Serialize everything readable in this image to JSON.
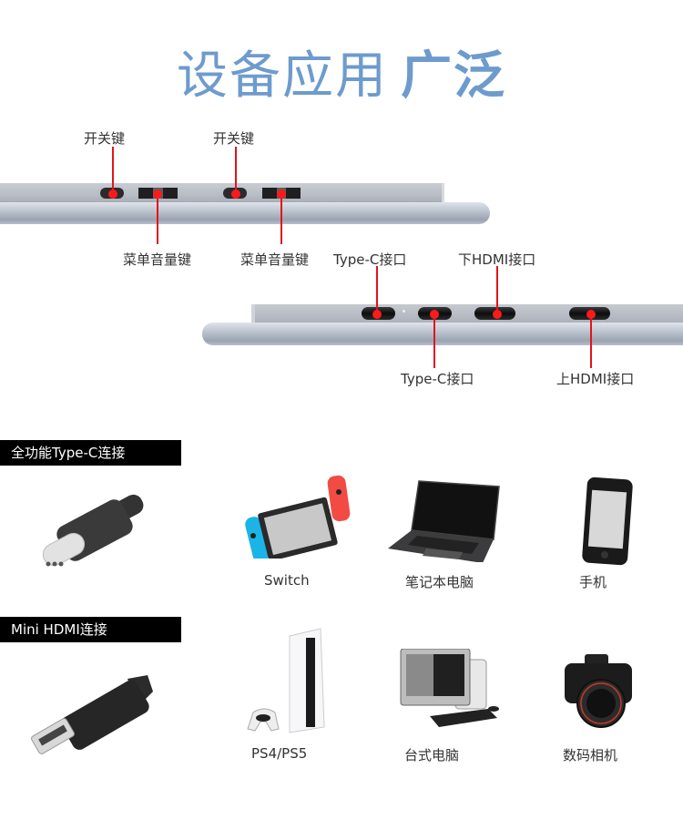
{
  "title": {
    "light": "设备应用",
    "bold": "广泛",
    "color": "#6d9bcd"
  },
  "top_device": {
    "labels_above": [
      "开关键",
      "开关键"
    ],
    "labels_below": [
      "菜单音量键",
      "菜单音量键"
    ]
  },
  "bottom_device": {
    "labels_above": [
      "Type-C接口",
      "下HDMI接口"
    ],
    "labels_below": [
      "Type-C接口",
      "上HDMI接口"
    ]
  },
  "callout_color": "#e1141b",
  "sections": [
    {
      "header": "全功能Type-C连接",
      "connector_icon": "usb-c-connector",
      "devices": [
        {
          "label": "Switch",
          "icon": "game-console-switch"
        },
        {
          "label": "笔记本电脑",
          "icon": "laptop"
        },
        {
          "label": "手机",
          "icon": "smartphone"
        }
      ]
    },
    {
      "header": "Mini HDMI连接",
      "connector_icon": "mini-hdmi-connector",
      "devices": [
        {
          "label": "PS4/PS5",
          "icon": "game-console-ps5"
        },
        {
          "label": "台式电脑",
          "icon": "desktop-computer"
        },
        {
          "label": "数码相机",
          "icon": "digital-camera"
        }
      ]
    }
  ]
}
